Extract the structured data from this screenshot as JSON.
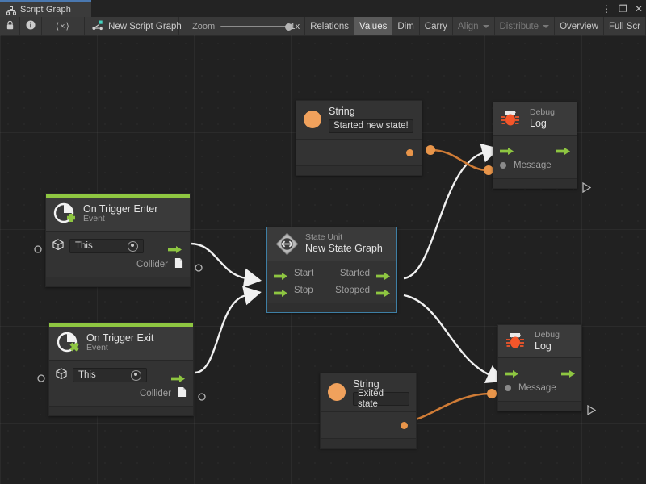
{
  "window": {
    "tab_label": "Script Graph",
    "tab_icon": "graph-hierarchy-icon",
    "controls": [
      {
        "name": "more-options",
        "glyph": "⋮"
      },
      {
        "name": "maximize",
        "glyph": "❐"
      },
      {
        "name": "close",
        "glyph": "✕"
      }
    ],
    "accent_color": "#4a78b0"
  },
  "toolbar": {
    "lock_icon": "lock-icon",
    "info_icon": "info-icon",
    "code_label": "⟨×⟩",
    "graph_name": "New Script Graph",
    "graph_icon": "script-graph-icon",
    "zoom_label": "Zoom",
    "zoom_value": "1x",
    "buttons": [
      {
        "label": "Relations",
        "state": "normal"
      },
      {
        "label": "Values",
        "state": "active"
      },
      {
        "label": "Dim",
        "state": "normal"
      },
      {
        "label": "Carry",
        "state": "normal"
      },
      {
        "label": "Align",
        "state": "disabled",
        "caret": true
      },
      {
        "label": "Distribute",
        "state": "disabled",
        "caret": true
      },
      {
        "label": "Overview",
        "state": "normal"
      },
      {
        "label": "Full Scr",
        "state": "normal"
      }
    ]
  },
  "graph": {
    "nodes": [
      {
        "id": "string-top",
        "type": "String",
        "icon": "string-value-icon",
        "title": "String",
        "value": "Started new state!",
        "output_port": "value-output"
      },
      {
        "id": "debug-log-top",
        "type": "Debug.Log",
        "icon": "debug-bug-icon",
        "subtitle": "Debug",
        "title": "Log",
        "input_flow": "enter",
        "output_flow": "exit",
        "input_value_label": "Message"
      },
      {
        "id": "on-trigger-enter",
        "type": "Event",
        "icon": "on-trigger-enter-icon",
        "title": "On Trigger Enter",
        "subtitle": "Event",
        "target_label": "This",
        "target_icon": "gameobject-cube-icon",
        "output_label": "Collider",
        "output_icon": "collider-doc-icon"
      },
      {
        "id": "state-unit",
        "type": "State Unit",
        "icon": "state-unit-icon",
        "subtitle": "State Unit",
        "title": "New  State  Graph",
        "selected": true,
        "inputs": [
          "Start",
          "Stop"
        ],
        "outputs": [
          "Started",
          "Stopped"
        ]
      },
      {
        "id": "on-trigger-exit",
        "type": "Event",
        "icon": "on-trigger-exit-icon",
        "title": "On Trigger Exit",
        "subtitle": "Event",
        "target_label": "This",
        "target_icon": "gameobject-cube-icon",
        "output_label": "Collider",
        "output_icon": "collider-doc-icon"
      },
      {
        "id": "string-bottom",
        "type": "String",
        "icon": "string-value-icon",
        "title": "String",
        "value": "Exited state",
        "output_port": "value-output"
      },
      {
        "id": "debug-log-bottom",
        "type": "Debug.Log",
        "icon": "debug-bug-icon",
        "subtitle": "Debug",
        "title": "Log",
        "input_flow": "enter",
        "output_flow": "exit",
        "input_value_label": "Message"
      }
    ],
    "colors": {
      "flow_edge": "#f0f0f0",
      "value_edge": "#d07c36",
      "event_accent": "#8ec641",
      "port_green": "#8ec641",
      "port_orange": "#e8954a",
      "selection": "#3e7fa5"
    }
  }
}
